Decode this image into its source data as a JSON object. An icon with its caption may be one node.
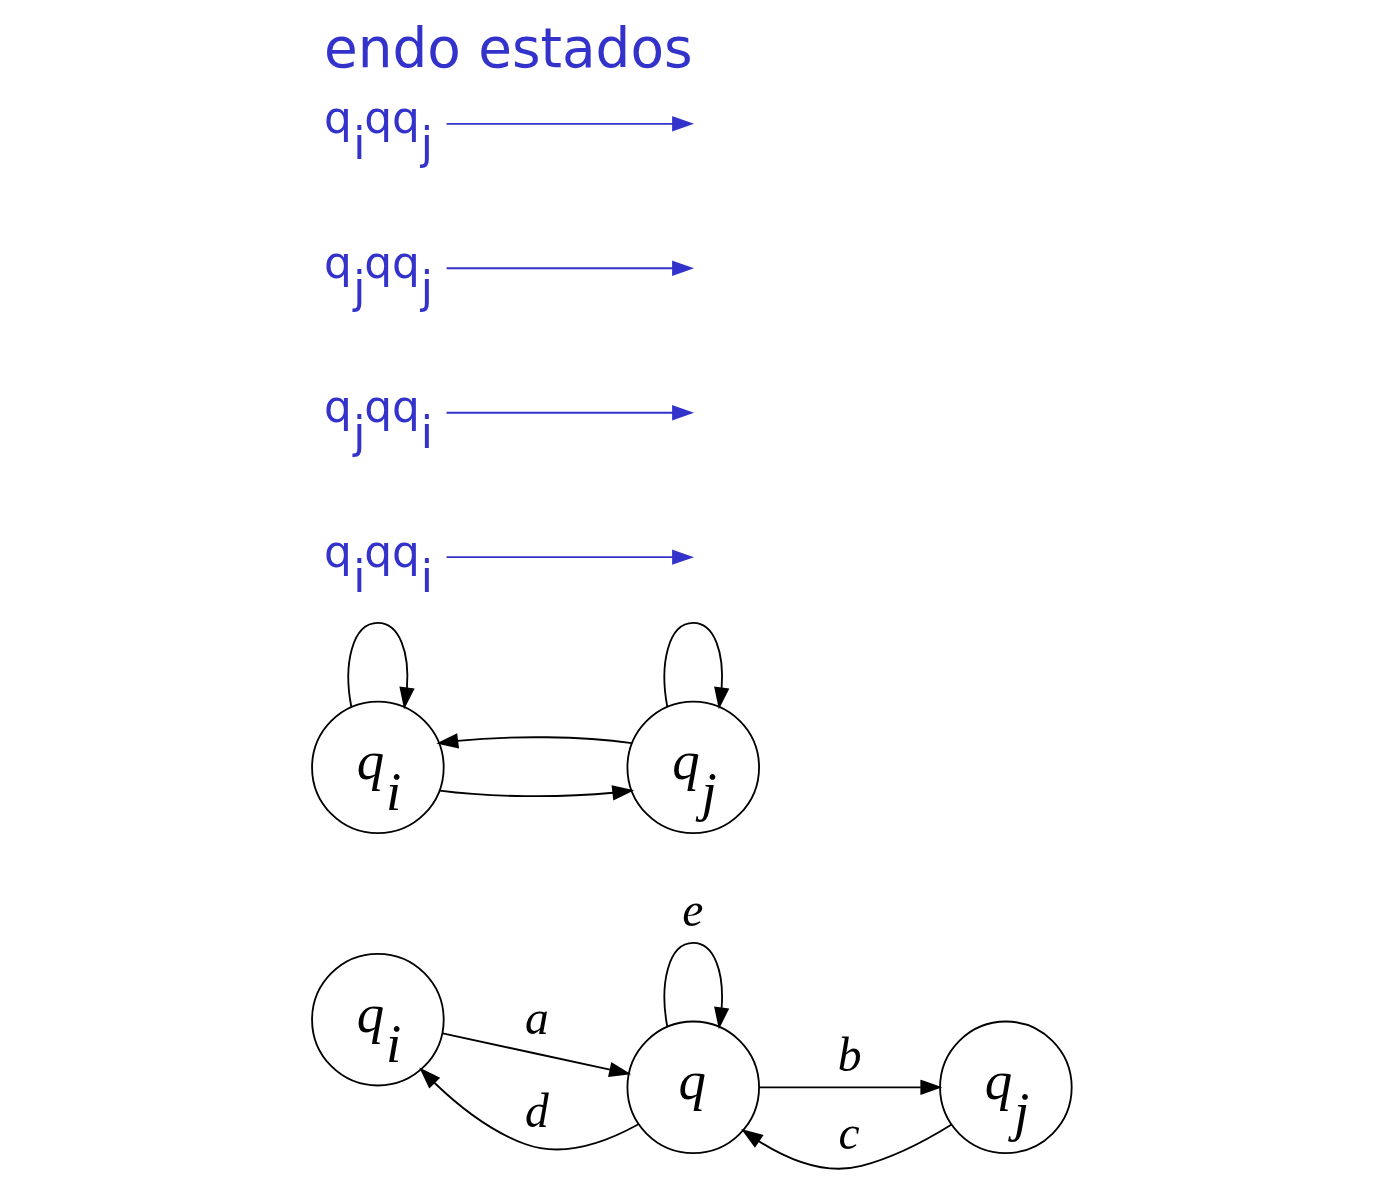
{
  "diagram": {
    "title": "endo estados",
    "nodes": [
      {
        "text": [
          "q$_{i}$"
        ]
      },
      {
        "text": [
          "q"
        ]
      },
      {
        "text": [
          "q$_{j}$"
        ]
      },
      {
        "text": [
          "q$_{i}$"
        ]
      },
      {
        "text": [
          "q$_{j}$"
        ]
      },
      {
        "text": [
          "q$_{i}$qq$_{i}$"
        ]
      },
      {
        "text": [
          "q$_{j}$qq$_{i}$"
        ]
      },
      {
        "text": [
          "q$_{j}$qq$_{j}$"
        ]
      },
      {
        "text": [
          "q$_{i}$qq$_{j}$"
        ]
      }
    ],
    "edges": [
      {
        "from": 1,
        "to": 0,
        "arrow": "to",
        "label": "d"
      },
      {
        "from": 1,
        "to": 1,
        "arrow": "to",
        "label": "e"
      },
      {
        "from": 2,
        "to": 1,
        "arrow": "to",
        "label": "c"
      },
      {
        "from": 0,
        "to": 1,
        "arrow": "to",
        "label": "a"
      },
      {
        "from": 1,
        "to": 2,
        "arrow": "to",
        "label": "b"
      },
      {
        "from": 3,
        "to": 3,
        "arrow": "to"
      },
      {
        "from": 4,
        "to": 3,
        "arrow": "to"
      },
      {
        "from": 4,
        "to": 4,
        "arrow": "to"
      },
      {
        "from": 3,
        "to": 4,
        "arrow": "to"
      },
      {
        "from": 5,
        "to": null,
        "arrow": "to",
        "color": "#3333cc"
      },
      {
        "from": 6,
        "to": null,
        "arrow": "to",
        "color": "#3333cc"
      },
      {
        "from": 7,
        "to": null,
        "arrow": "to",
        "color": "#3333cc"
      },
      {
        "from": 8,
        "to": null,
        "arrow": "to",
        "color": "#3333cc"
      }
    ]
  }
}
